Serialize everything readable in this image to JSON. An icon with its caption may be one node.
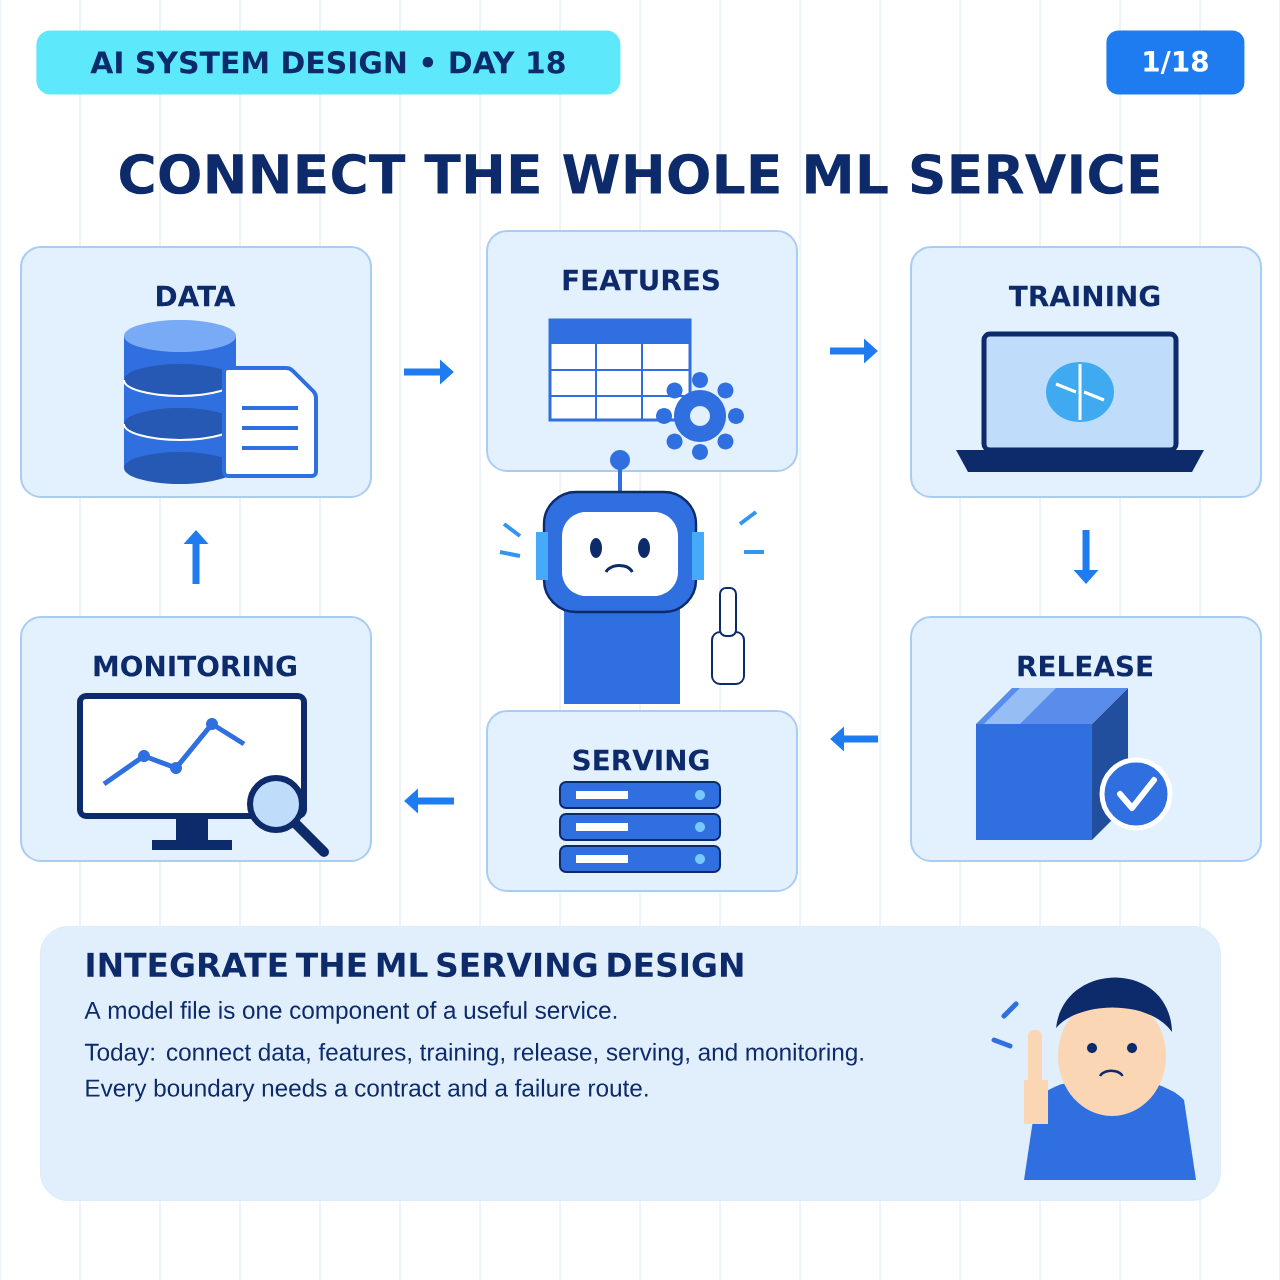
{
  "diagram": {
    "title": "CONNECT THE WHOLE ML SERVICE",
    "nodes": [
      {
        "text": [
          "DATA"
        ]
      },
      {
        "text": [
          "FEATURES"
        ]
      },
      {
        "text": [
          "TRAINING"
        ]
      },
      {
        "text": [
          "MONITORING"
        ]
      },
      {
        "text": [
          "SERVING"
        ]
      },
      {
        "text": [
          "RELEASE"
        ]
      },
      {
        "text": [
          "INTEGRATE THE ML SERVING DESIGN",
          "A model file is one component of a useful service.",
          "Today: connect data, features, training, release, serving, and monitoring.",
          "Every boundary needs a contract and a failure route."
        ]
      }
    ],
    "edges": [
      {
        "from": 0,
        "to": 1,
        "arrow": "to"
      },
      {
        "from": 1,
        "to": 2,
        "arrow": "to"
      },
      {
        "from": 2,
        "to": 5,
        "arrow": "to"
      },
      {
        "from": 5,
        "to": 4,
        "arrow": "to"
      },
      {
        "from": 4,
        "to": 3,
        "arrow": "to"
      },
      {
        "from": 3,
        "to": 0,
        "arrow": "to"
      }
    ],
    "labels": [
      "AI SYSTEM DESIGN • DAY 18",
      "1/18"
    ]
  }
}
